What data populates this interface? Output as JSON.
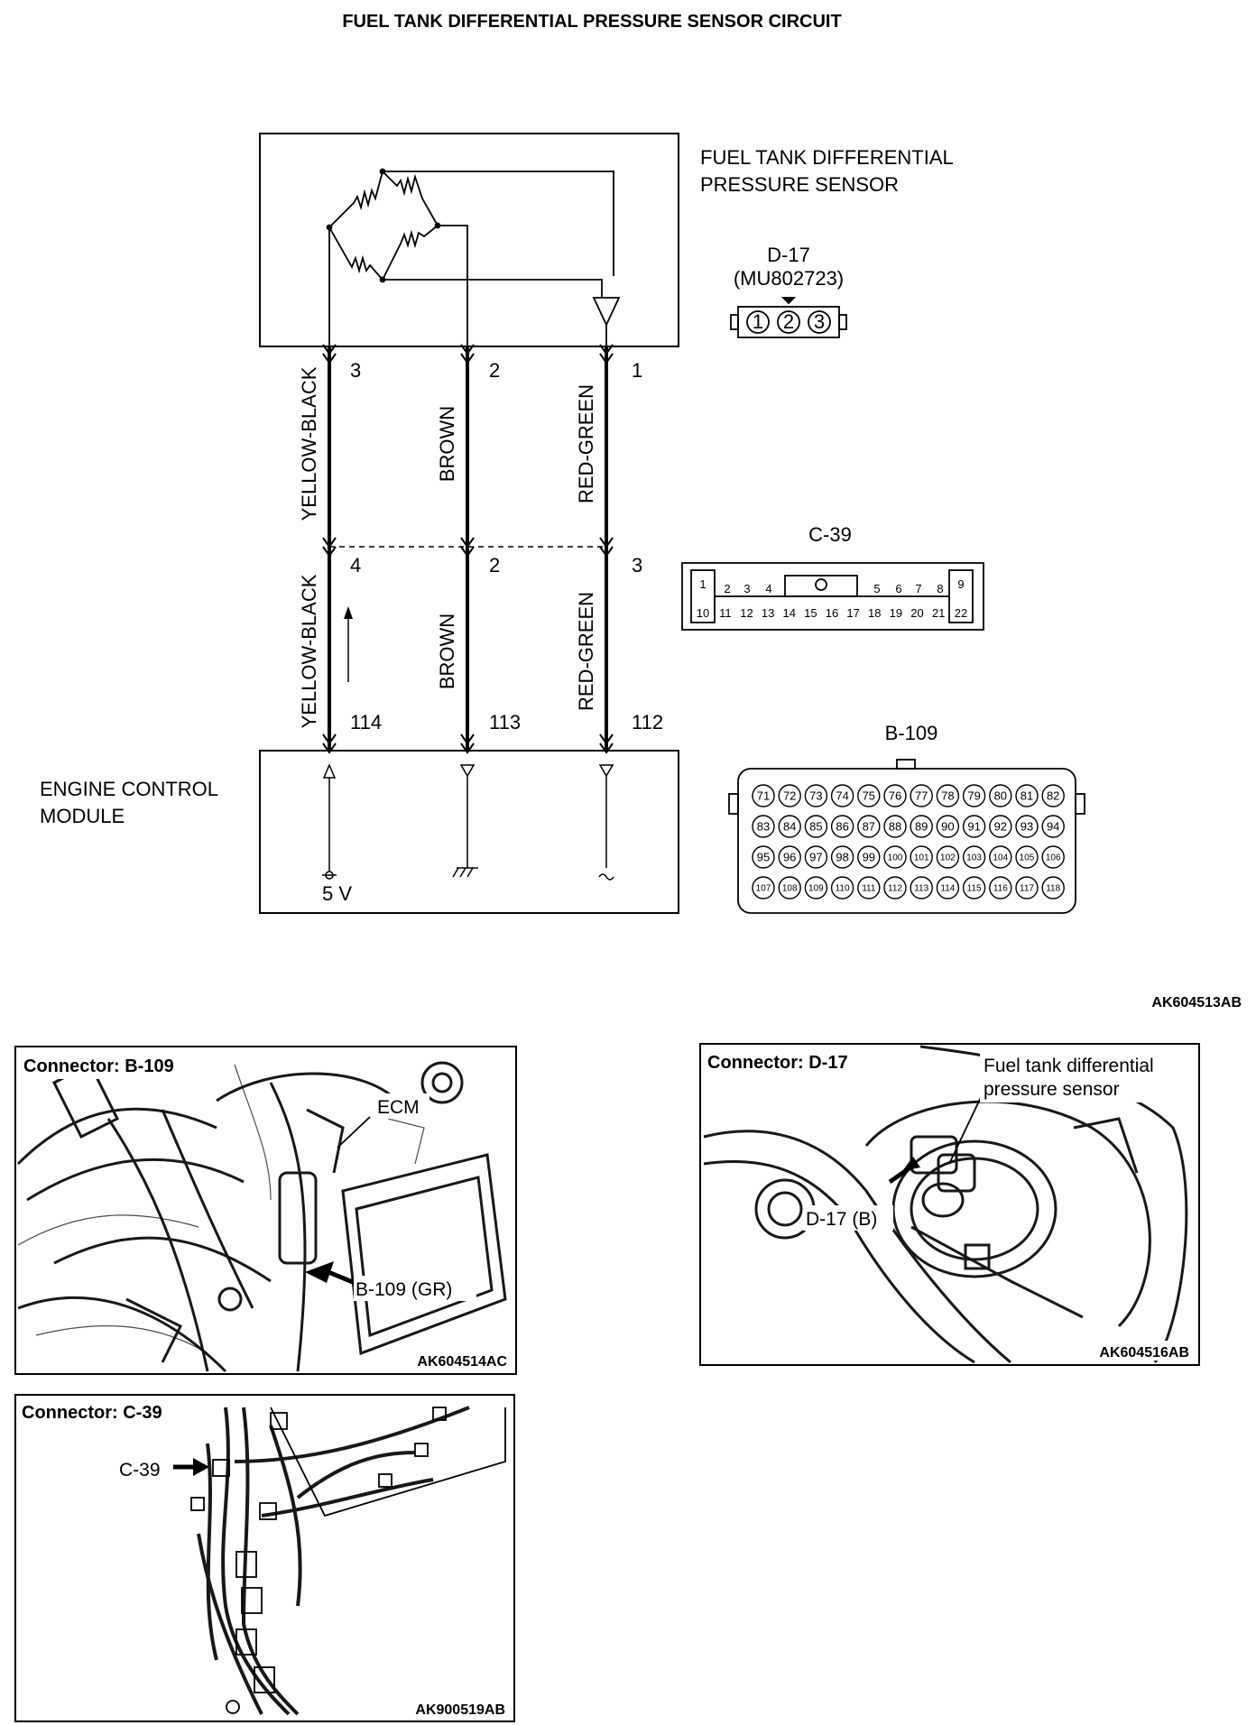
{
  "title": "FUEL TANK DIFFERENTIAL PRESSURE SENSOR CIRCUIT",
  "sensor": {
    "label_line1": "FUEL TANK DIFFERENTIAL",
    "label_line2": "PRESSURE SENSOR"
  },
  "ecm": {
    "label_line1": "ENGINE CONTROL",
    "label_line2": "MODULE",
    "voltage": "5 V"
  },
  "d17": {
    "name": "D-17",
    "part": "(MU802723)",
    "pins": [
      "1",
      "2",
      "3"
    ]
  },
  "c39": {
    "name": "C-39",
    "top_pins": [
      "1",
      "2",
      "3",
      "4",
      "5",
      "6",
      "7",
      "8",
      "9"
    ],
    "bottom_pins": [
      "10",
      "11",
      "12",
      "13",
      "14",
      "15",
      "16",
      "17",
      "18",
      "19",
      "20",
      "21",
      "22"
    ]
  },
  "b109": {
    "name": "B-109",
    "rows": [
      [
        "71",
        "72",
        "73",
        "74",
        "75",
        "76",
        "77",
        "78",
        "79",
        "80",
        "81",
        "82"
      ],
      [
        "83",
        "84",
        "85",
        "86",
        "87",
        "88",
        "89",
        "90",
        "91",
        "92",
        "93",
        "94"
      ],
      [
        "95",
        "96",
        "97",
        "98",
        "99",
        "100",
        "101",
        "102",
        "103",
        "104",
        "105",
        "106"
      ],
      [
        "107",
        "108",
        "109",
        "110",
        "111",
        "112",
        "113",
        "114",
        "115",
        "116",
        "117",
        "118"
      ]
    ]
  },
  "wires": [
    {
      "color_upper": "YELLOW-BLACK",
      "color_lower": "YELLOW-BLACK",
      "sensor_pin": "3",
      "c39_pin": "4",
      "ecm_pin": "114"
    },
    {
      "color_upper": "BROWN",
      "color_lower": "BROWN",
      "sensor_pin": "2",
      "c39_pin": "2",
      "ecm_pin": "113"
    },
    {
      "color_upper": "RED-GREEN",
      "color_lower": "RED-GREEN",
      "sensor_pin": "1",
      "c39_pin": "3",
      "ecm_pin": "112"
    }
  ],
  "diagram_code": "AK604513AB",
  "photos": {
    "b109": {
      "title": "Connector: B-109",
      "label_ecm": "ECM",
      "label_conn": "B-109 (GR)",
      "code": "AK604514AC"
    },
    "d17": {
      "title": "Connector: D-17",
      "label_sensor_line1": "Fuel tank differential",
      "label_sensor_line2": "pressure sensor",
      "label_conn": "D-17 (B)",
      "code": "AK604516AB"
    },
    "c39": {
      "title": "Connector: C-39",
      "label_conn": "C-39",
      "code": "AK900519AB"
    }
  }
}
